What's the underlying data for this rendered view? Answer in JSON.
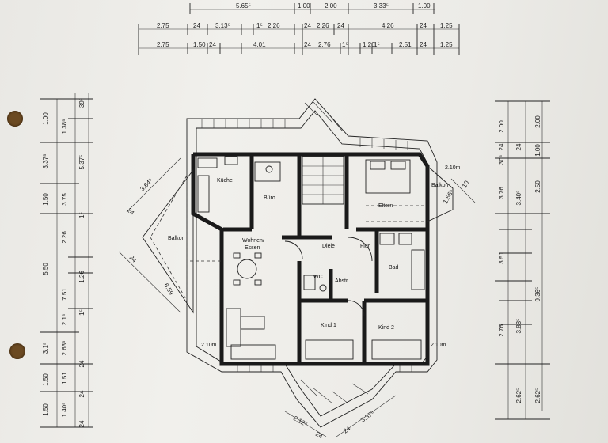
{
  "rooms": {
    "kueche": "Küche",
    "buero": "Büro",
    "eltern": "Eltern",
    "balkon_left": "Balkon",
    "balkon_right": "Balkon",
    "wohnen": "Wohnen/",
    "essen": "Essen",
    "diele": "Diele",
    "flur": "Flur",
    "wc": "WC",
    "abstr": "Abstr.",
    "bad": "Bad",
    "kind1": "Kind 1",
    "kind2": "Kind 2"
  },
  "heights": {
    "top_right": "2.10m",
    "bottom_left": "2.10m",
    "bottom_right": "2.10m"
  },
  "dims_top": {
    "row0": [
      "5.65⁵",
      "1.00",
      "2.00",
      "3.33⁵",
      "1.00"
    ],
    "row1": [
      "2.75",
      "24",
      "3.13⁵",
      "1⁵",
      "2.26",
      "24",
      "2.26",
      "24",
      "4.26",
      "24",
      "1.25"
    ],
    "row2": [
      "2.75",
      "1.50",
      "24",
      "4.01",
      "24",
      "2.76",
      "1⁵",
      "1.26",
      "1⁵",
      "2.51",
      "24",
      "1.25"
    ]
  },
  "dims_left": {
    "outer": [
      "1.00",
      "3.37⁵",
      "1.50",
      "5.50",
      "3.1⁵",
      "1.50",
      "1.50"
    ],
    "middle": [
      "1.38⁵",
      "3.75",
      "2.26",
      "7.51",
      "2.1⁵",
      "2.63⁵",
      "1.51",
      "1.40⁵"
    ],
    "inner": [
      "39⁵",
      "5.37⁵",
      "1⁵",
      "1.26",
      "1⁵",
      "24",
      "24",
      "24"
    ]
  },
  "dims_right": {
    "outer": [
      "2.00",
      "1.00",
      "2.50",
      "9.36⁵",
      "2.62⁵"
    ],
    "middle": [
      "2.00",
      "24",
      "30⁵",
      "3.76",
      "3.51",
      "2.76"
    ],
    "inner": [
      "24",
      "3.40⁵",
      "3.88⁵",
      "2.62⁵"
    ]
  },
  "diag": {
    "balkon_left": "3.64⁵",
    "balkon_left_low": "6.59",
    "tick_a": "24",
    "tick_b": "24",
    "balkon_right": "1.56⁵",
    "bottom_a": "2.12⁵",
    "bottom_b": "3.37⁵",
    "bottom_c": "24",
    "bottom_d": "24",
    "right_small": "10"
  }
}
